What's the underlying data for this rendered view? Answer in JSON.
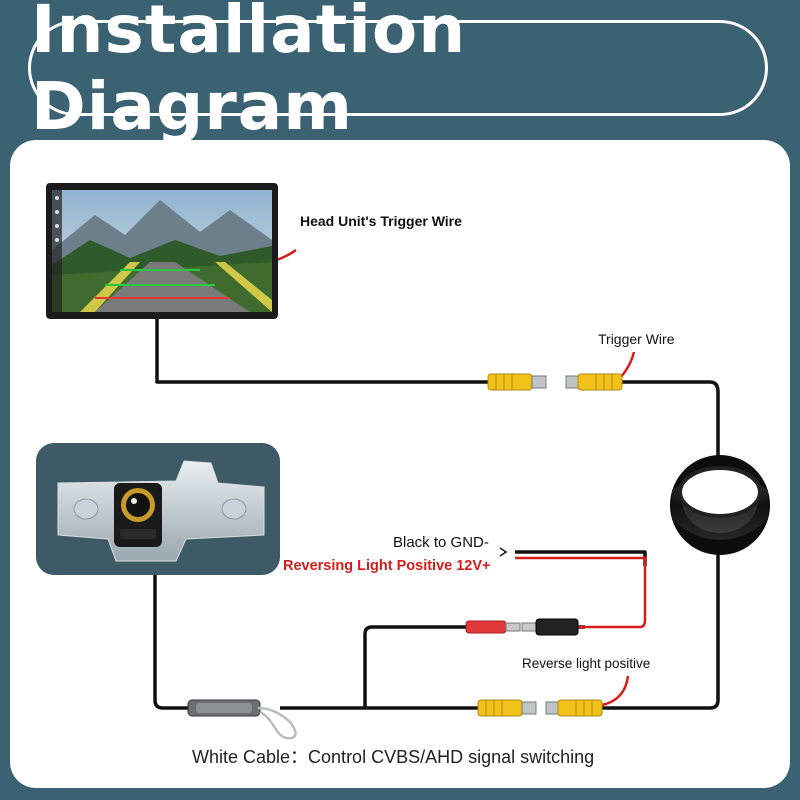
{
  "title": "Installation Diagram",
  "labels": {
    "head_unit_trigger": "Head Unit's Trigger Wire",
    "trigger_wire": "Trigger Wire",
    "black_gnd": "Black to GND-",
    "reversing_positive": "Reversing Light Positive 12V+",
    "reverse_light_positive": "Reverse light positive",
    "white_cable": "White Cable：Control CVBS/AHD signal switching"
  },
  "colors": {
    "background": "#3a6272",
    "wire_black": "#111111",
    "wire_red": "#d81c1c",
    "rca_yellow": "#f2c21b"
  }
}
